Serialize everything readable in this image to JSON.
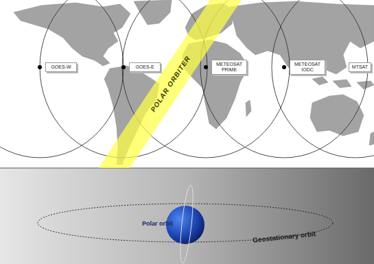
{
  "diagram": {
    "nodes": [
      {
        "text": [
          "GOES-W"
        ]
      },
      {
        "text": [
          "GOES-E"
        ]
      },
      {
        "text": [
          "METEOSAT PRIME"
        ]
      },
      {
        "text": [
          "METEOSAT IODC"
        ]
      },
      {
        "text": [
          "MTSAT"
        ]
      },
      {
        "text": [
          "POLAR ORBITER"
        ]
      }
    ],
    "labels": [
      "Polar orbit",
      "Geostationary orbit"
    ]
  }
}
